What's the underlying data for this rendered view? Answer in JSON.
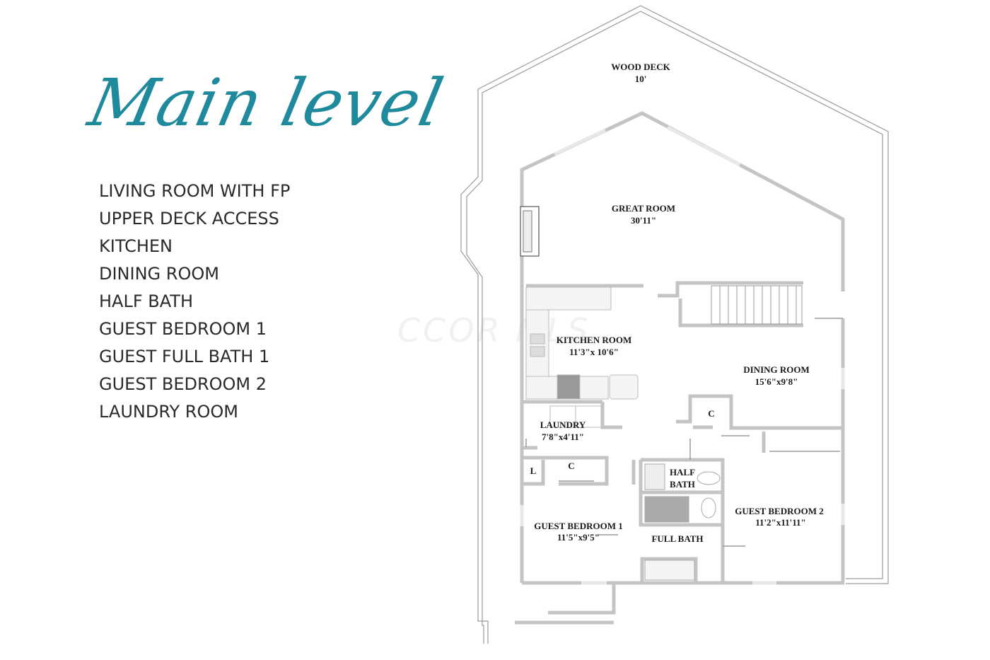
{
  "title": "Main level",
  "features": [
    "LIVING ROOM WITH FP",
    "UPPER DECK ACCESS",
    "KITCHEN",
    "DINING ROOM",
    "HALF BATH",
    "GUEST BEDROOM 1",
    "GUEST FULL BATH 1",
    "GUEST BEDROOM 2",
    "LAUNDRY ROOM"
  ],
  "watermark": "CCOR MLS",
  "rooms": {
    "wood_deck": {
      "name": "WOOD DECK",
      "size": "10'"
    },
    "great_room": {
      "name": "GREAT ROOM",
      "size": "30'11\""
    },
    "kitchen": {
      "name": "KITCHEN ROOM",
      "size": "11'3\"x 10'6\""
    },
    "dining": {
      "name": "DINING ROOM",
      "size": "15'6\"x9'8\""
    },
    "laundry": {
      "name": "LAUNDRY",
      "size": "7'8\"x4'11\""
    },
    "closet_dining": "C",
    "linen": "L",
    "closet_hall": "C",
    "half_bath": {
      "line1": "HALF",
      "line2": "BATH"
    },
    "guest_bedroom_1": {
      "name": "GUEST BEDROOM 1",
      "size": "11'5\"x9'5\""
    },
    "full_bath": "FULL BATH",
    "guest_bedroom_2": {
      "name": "GUEST BEDROOM 2",
      "size": "11'2\"x11'11\""
    }
  },
  "colors": {
    "title": "#1f8a9c",
    "wall": "#c4c4c4",
    "deck_line": "#9a9a9a"
  }
}
